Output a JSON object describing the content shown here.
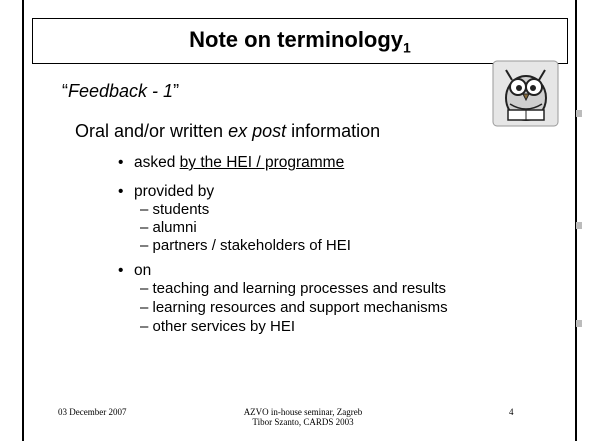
{
  "slide": {
    "title": "Note on terminology",
    "title_sub": "1",
    "subtitle_open_quote": "“",
    "subtitle_italic": "Feedback - 1",
    "subtitle_close_quote": "”",
    "main_before": "Oral and/or written ",
    "main_italic": "ex post",
    "main_after": " information",
    "bullets": {
      "asked_prefix": "asked ",
      "asked_underlined": "by the HEI / programme",
      "provided_by": "provided by",
      "provided_items": [
        "– students",
        "– alumni",
        "– partners / stakeholders of HEI"
      ],
      "on": "on",
      "on_items": [
        "– teaching and learning processes and results",
        "– learning resources and support mechanisms",
        "– other services by HEI"
      ]
    },
    "bullet_glyph": "•"
  },
  "footer": {
    "date": "03 December 2007",
    "line1": "AZVO in-house seminar, Zagreb",
    "line2": "Tibor Szanto, CARDS 2003",
    "page": "4"
  },
  "icons": {
    "clipart": "owl-icon"
  }
}
